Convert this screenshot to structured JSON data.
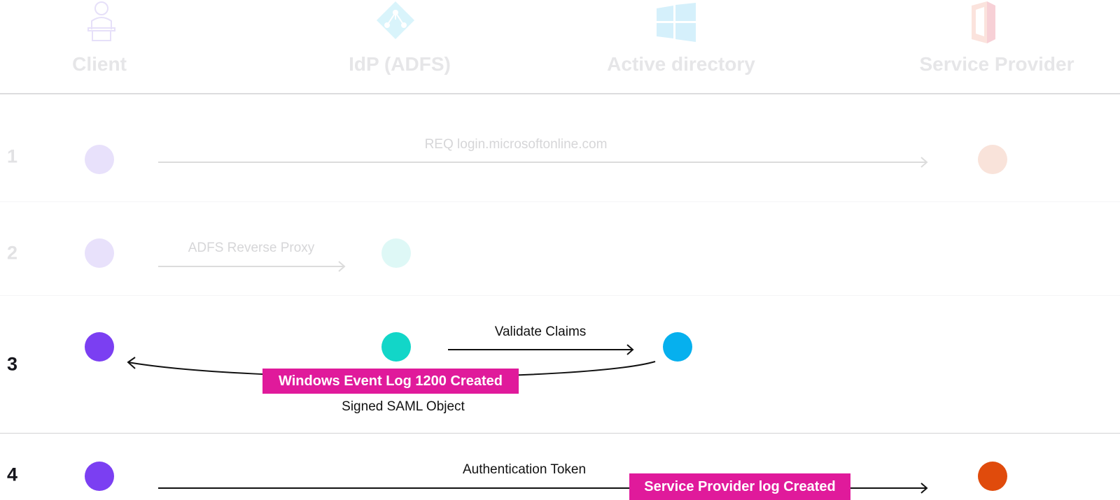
{
  "columns": [
    {
      "label": "Client",
      "icon": "user-desk-icon"
    },
    {
      "label": "IdP (ADFS)",
      "icon": "network-diamond-icon"
    },
    {
      "label": "Active directory",
      "icon": "windows-logo-icon"
    },
    {
      "label": "Service Provider",
      "icon": "office-logo-icon"
    }
  ],
  "steps": [
    {
      "number": "1",
      "label": "REQ login.microsoftonline.com"
    },
    {
      "number": "2",
      "label": "ADFS Reverse Proxy"
    },
    {
      "number": "3",
      "label_top": "Validate Claims",
      "tag": "Windows Event Log 1200 Created",
      "label_bottom": "Signed SAML Object"
    },
    {
      "number": "4",
      "label": "Authentication Token",
      "tag": "Service Provider log Created"
    }
  ],
  "colors": {
    "client": "#7b3ff2",
    "idp": "#12d6c8",
    "ad": "#06b0ee",
    "sp": "#e04b0c",
    "client_faded": "#e8e1fb",
    "idp_faded": "#def8f6",
    "sp_faded": "#f9e3da",
    "tag": "#e01a9b"
  }
}
